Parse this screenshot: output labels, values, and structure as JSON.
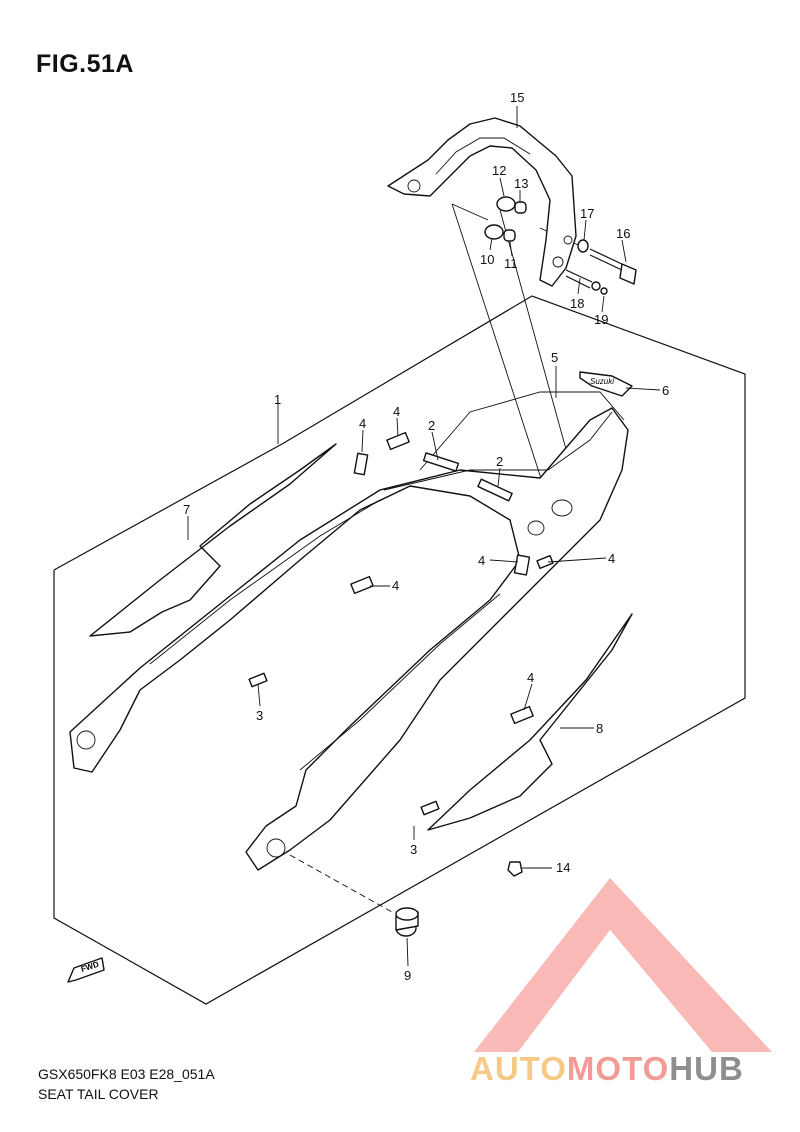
{
  "figure": {
    "title": "FIG.51A"
  },
  "footer": {
    "model_code": "GSX650FK8 E03 E28_051A",
    "section_name": "SEAT TAIL COVER"
  },
  "fwd_label": "FWD",
  "decal_text": "Suzuki",
  "watermark": {
    "part1": "AUTO",
    "part2": "MOTO",
    "part3": "HUB"
  },
  "callouts": [
    {
      "id": "c15",
      "label": "15"
    },
    {
      "id": "c12",
      "label": "12"
    },
    {
      "id": "c13",
      "label": "13"
    },
    {
      "id": "c17",
      "label": "17"
    },
    {
      "id": "c16",
      "label": "16"
    },
    {
      "id": "c10",
      "label": "10"
    },
    {
      "id": "c11",
      "label": "11"
    },
    {
      "id": "c18",
      "label": "18"
    },
    {
      "id": "c19",
      "label": "19"
    },
    {
      "id": "c5",
      "label": "5"
    },
    {
      "id": "c6",
      "label": "6"
    },
    {
      "id": "c1",
      "label": "1"
    },
    {
      "id": "c4a",
      "label": "4"
    },
    {
      "id": "c4b",
      "label": "4"
    },
    {
      "id": "c2a",
      "label": "2"
    },
    {
      "id": "c2b",
      "label": "2"
    },
    {
      "id": "c7",
      "label": "7"
    },
    {
      "id": "c4c",
      "label": "4"
    },
    {
      "id": "c4d",
      "label": "4"
    },
    {
      "id": "c4e",
      "label": "4"
    },
    {
      "id": "c3a",
      "label": "3"
    },
    {
      "id": "c4f",
      "label": "4"
    },
    {
      "id": "c8",
      "label": "8"
    },
    {
      "id": "c3b",
      "label": "3"
    },
    {
      "id": "c14",
      "label": "14"
    },
    {
      "id": "c9",
      "label": "9"
    }
  ]
}
